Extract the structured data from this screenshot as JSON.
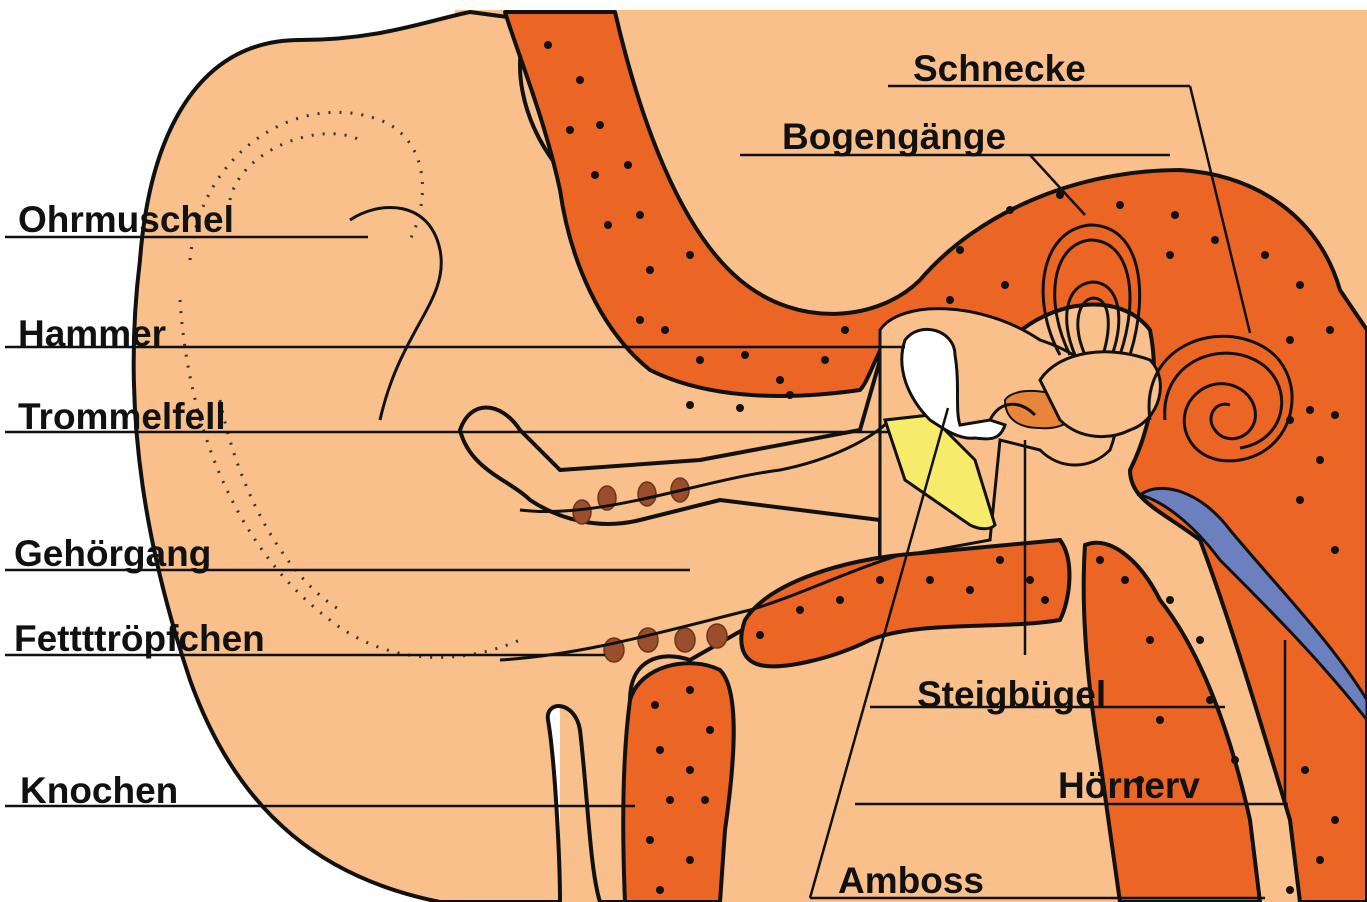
{
  "diagram": {
    "colors": {
      "skin": "#F9C08B",
      "bone": "#EB6524",
      "ear_canal_light": "#FAD3A8",
      "eardrum": "#F7EB6C",
      "stapes": "#E9853A",
      "fat_drops": "#9A4E2C",
      "outline": "#111111",
      "ossicle": "#FFFFFF"
    },
    "labels": {
      "ohrmuschel": "Ohrmuschel",
      "hammer": "Hammer",
      "trommelfell": "Trommelfell",
      "gehoergang": "Gehörgang",
      "fetttroepfchen": "Fettttröpfchen",
      "knochen": "Knochen",
      "schnecke": "Schnecke",
      "bogengaenge": "Bogengänge",
      "steigbuegel": "Steigbügel",
      "hoernerv": "Hörnerv",
      "amboss": "Amboss"
    }
  }
}
